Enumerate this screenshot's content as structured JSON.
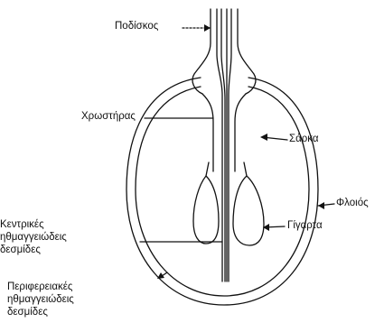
{
  "labels": {
    "podiskos": "Ποδίσκος",
    "chrostiras": "Χρωστήρας",
    "sarka": "Σάρκα",
    "floios": "Φλοιός",
    "gigarta": "Γίγαρτα",
    "kentrikes": [
      "Κεντρικές",
      "ηθμαγγειώδεις",
      "δεσμίδες"
    ],
    "perifereiakes": [
      "Περιφερειακές",
      "ηθμαγγειώδεις",
      "δεσμίδες"
    ]
  }
}
